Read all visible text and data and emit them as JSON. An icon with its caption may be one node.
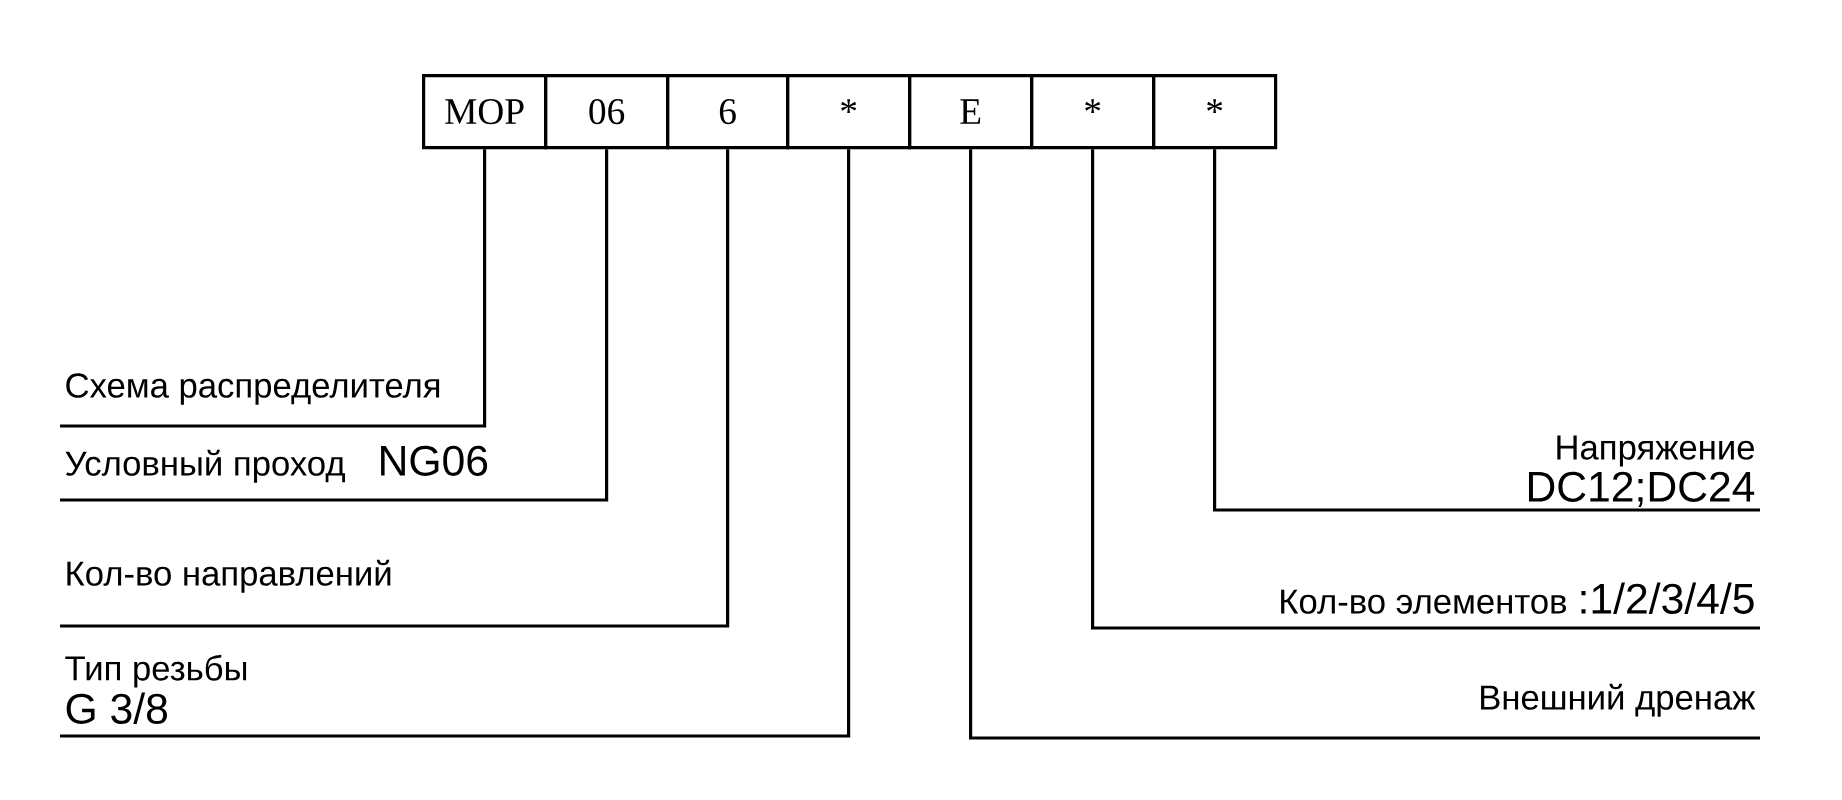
{
  "diagram": {
    "nodes": [
      {
        "text": [
          "MOP"
        ]
      },
      {
        "text": [
          "06"
        ]
      },
      {
        "text": [
          "6"
        ]
      },
      {
        "text": [
          "*"
        ]
      },
      {
        "text": [
          "E"
        ]
      },
      {
        "text": [
          "*"
        ]
      },
      {
        "text": [
          "*"
        ]
      },
      {
        "text": [
          "Схема распределителя"
        ]
      },
      {
        "text": [
          "Условный проход",
          "NG06"
        ]
      },
      {
        "text": [
          "Кол-во направлений"
        ]
      },
      {
        "text": [
          "Тип резьбы",
          "G 3/8"
        ]
      },
      {
        "text": [
          "Напряжение",
          "DC12;DC24"
        ]
      },
      {
        "text": [
          "Кол-во элементов",
          ":1/2/3/4/5"
        ]
      },
      {
        "text": [
          "Внешний дренаж"
        ]
      }
    ],
    "edges": [
      {
        "from": 0,
        "to": 7,
        "arrow": "none"
      },
      {
        "from": 1,
        "to": 8,
        "arrow": "none"
      },
      {
        "from": 2,
        "to": 9,
        "arrow": "none"
      },
      {
        "from": 3,
        "to": 10,
        "arrow": "none"
      },
      {
        "from": 6,
        "to": 11,
        "arrow": "none"
      },
      {
        "from": 5,
        "to": 12,
        "arrow": "none"
      },
      {
        "from": 4,
        "to": 13,
        "arrow": "none"
      }
    ]
  }
}
